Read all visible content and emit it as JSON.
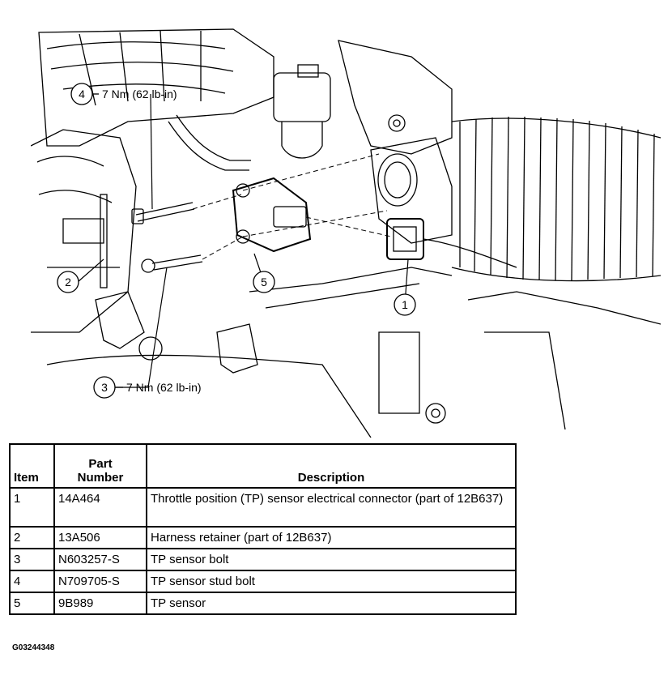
{
  "callouts": [
    {
      "num": "4",
      "torque": "7 Nm (62 lb-in)"
    },
    {
      "num": "3",
      "torque": "7 Nm (62 lb-in)"
    },
    {
      "num": "2"
    },
    {
      "num": "5"
    },
    {
      "num": "1"
    }
  ],
  "table": {
    "headers": {
      "item": "Item",
      "part_line1": "Part",
      "part_line2": "Number",
      "description": "Description"
    },
    "rows": [
      {
        "item": "1",
        "part": "14A464",
        "description": "Throttle position (TP) sensor electrical connector (part of 12B637)"
      },
      {
        "item": "2",
        "part": "13A506",
        "description": "Harness retainer (part of 12B637)"
      },
      {
        "item": "3",
        "part": "N603257-S",
        "description": "TP sensor bolt"
      },
      {
        "item": "4",
        "part": "N709705-S",
        "description": "TP sensor stud bolt"
      },
      {
        "item": "5",
        "part": "9B989",
        "description": "TP sensor"
      }
    ]
  },
  "figure_code": "G03244348"
}
